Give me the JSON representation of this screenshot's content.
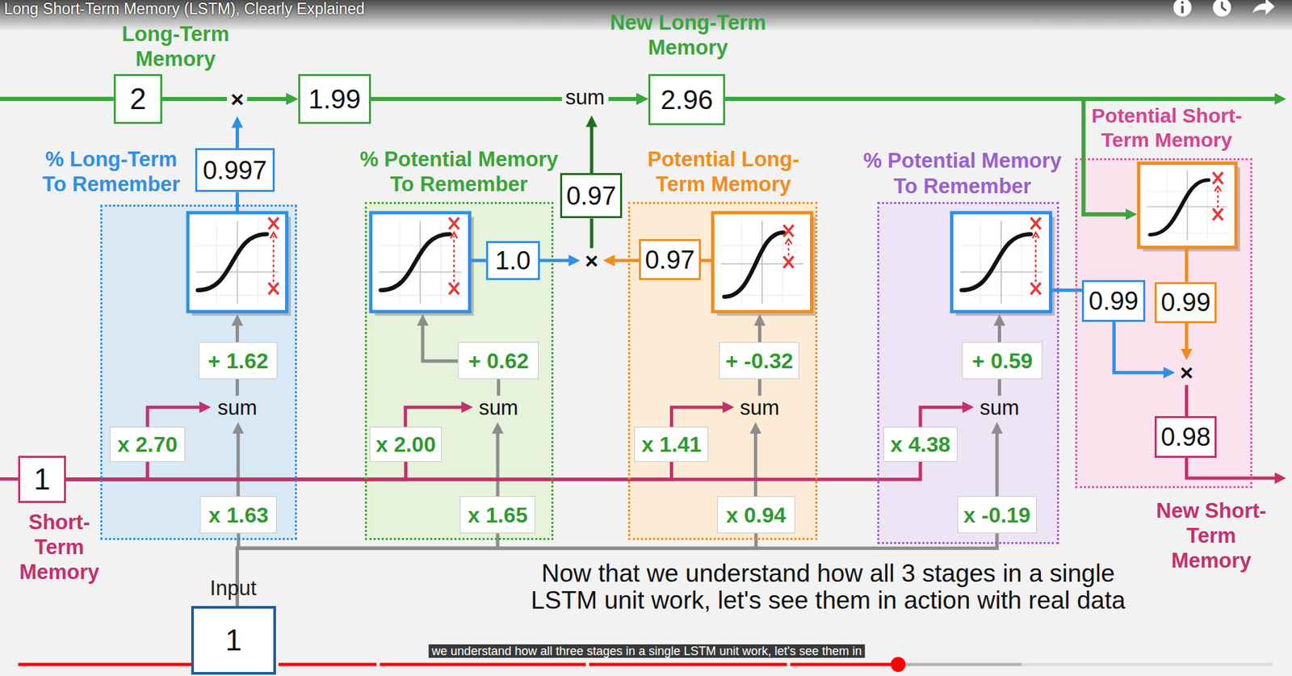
{
  "diagram": {
    "title": "Long Short-Term Memory (LSTM), Clearly Explained",
    "caption": "Now that we understand how all 3 stages in a single LSTM unit work, let's see them in action with real data",
    "nodes": [
      {
        "text": [
          "2",
          "Long-Term Memory"
        ]
      },
      {
        "text": [
          "1.99"
        ]
      },
      {
        "text": [
          "2.96",
          "New Long-Term Memory"
        ]
      },
      {
        "text": [
          "0.997"
        ]
      },
      {
        "text": [
          "% Long-Term To Remember"
        ]
      },
      {
        "text": [
          "+ 1.62"
        ],
        "in": 4
      },
      {
        "text": [
          "x 2.70"
        ],
        "in": 4
      },
      {
        "text": [
          "x 1.63"
        ],
        "in": 4
      },
      {
        "text": [
          "% Potential Memory To Remember"
        ]
      },
      {
        "text": [
          "1.0"
        ],
        "in": 8
      },
      {
        "text": [
          "+ 0.62"
        ],
        "in": 8
      },
      {
        "text": [
          "x 2.00"
        ],
        "in": 8
      },
      {
        "text": [
          "x 1.65"
        ],
        "in": 8
      },
      {
        "text": [
          "0.97"
        ]
      },
      {
        "text": [
          "Potential Long-Term Memory"
        ]
      },
      {
        "text": [
          "0.97"
        ],
        "in": 14
      },
      {
        "text": [
          "+ -0.32"
        ],
        "in": 14
      },
      {
        "text": [
          "x 1.41"
        ],
        "in": 14
      },
      {
        "text": [
          "x 0.94"
        ],
        "in": 14
      },
      {
        "text": [
          "% Potential Memory To Remember"
        ]
      },
      {
        "text": [
          "+ 0.59"
        ],
        "in": 19
      },
      {
        "text": [
          "x 4.38"
        ],
        "in": 19
      },
      {
        "text": [
          "x -0.19"
        ],
        "in": 19
      },
      {
        "text": [
          "Potential Short-Term Memory"
        ]
      },
      {
        "text": [
          "0.99"
        ],
        "in": 23
      },
      {
        "text": [
          "0.99"
        ],
        "in": 23
      },
      {
        "text": [
          "0.98"
        ],
        "in": 23
      },
      {
        "text": [
          "1",
          "Short-Term Memory"
        ]
      },
      {
        "text": [
          "1",
          "Input"
        ]
      }
    ],
    "edges": [
      {
        "from": 0,
        "to": 1,
        "label": "×",
        "arrow": "to"
      },
      {
        "from": 1,
        "to": 2,
        "label": "sum",
        "arrow": "to"
      },
      {
        "from": 27,
        "to": 6,
        "arrow": "none"
      },
      {
        "from": 27,
        "to": 11,
        "arrow": "none"
      },
      {
        "from": 27,
        "to": 17,
        "arrow": "none"
      },
      {
        "from": 27,
        "to": 21,
        "arrow": "none"
      },
      {
        "from": 28,
        "to": 7,
        "arrow": "none"
      },
      {
        "from": 28,
        "to": 12,
        "arrow": "none"
      },
      {
        "from": 28,
        "to": 18,
        "arrow": "none"
      },
      {
        "from": 28,
        "to": 22,
        "arrow": "none"
      }
    ],
    "labels": [
      "×",
      "×",
      "sum",
      "sum",
      "sum",
      "sum",
      "New Short-Term Memory",
      "we understand how all three stages in a single LSTM unit work, let's see them in"
    ]
  }
}
